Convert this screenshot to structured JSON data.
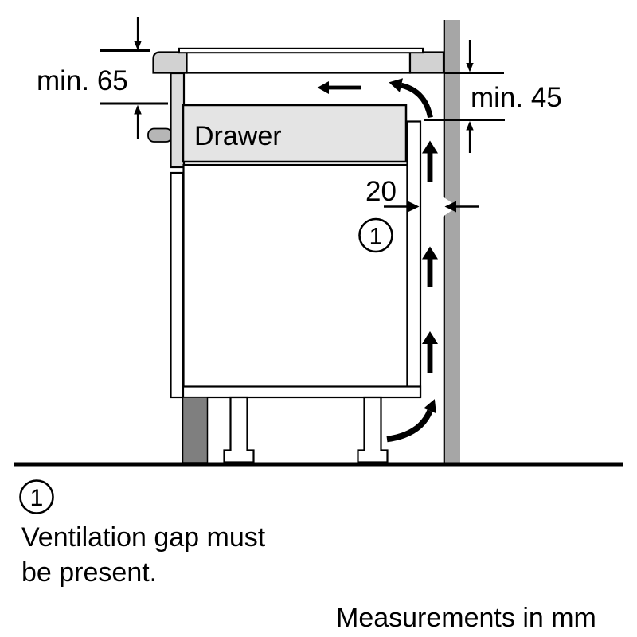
{
  "diagram": {
    "drawer_label": "Drawer",
    "dim_top_left": "min. 65",
    "dim_top_right": "min. 45",
    "dim_gap": "20",
    "callout_number": "1"
  },
  "legend": {
    "marker_number": "1",
    "note_line1": "Ventilation gap must",
    "note_line2": "be present."
  },
  "footer": {
    "units_label": "Measurements in mm"
  },
  "colors": {
    "wall": "#a6a6a6",
    "worktop": "#d2d2d2",
    "hob_strip": "#dcdcdc",
    "drawer": "#e4e4e4",
    "connector": "#b6b6b6",
    "plinth": "#7f7f7f",
    "line": "#000000"
  }
}
